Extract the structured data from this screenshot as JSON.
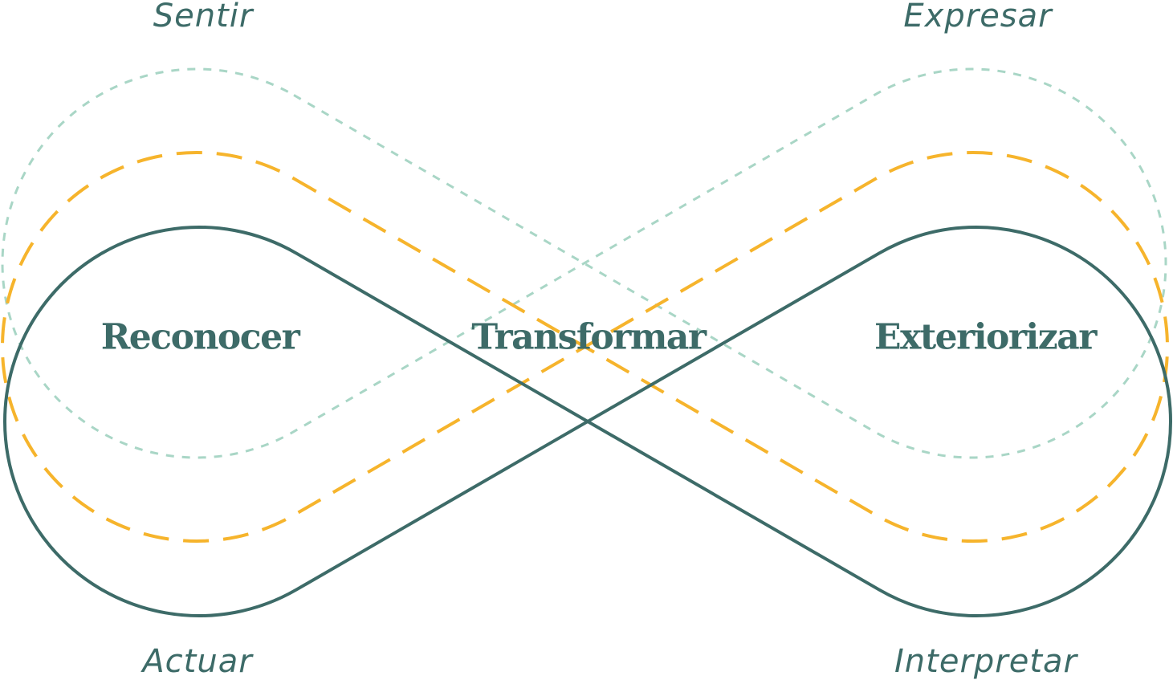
{
  "colors": {
    "solid": "#3d6b68",
    "orange": "#f6b42c",
    "mint": "#a9d6c6"
  },
  "outer_labels": {
    "top_left": "Sentir",
    "top_right": "Expresar",
    "bottom_left": "Actuar",
    "bottom_right": "Interpretar"
  },
  "inner_labels": {
    "left": "Reconocer",
    "center": "Transformar",
    "right": "Exteriorizar"
  }
}
